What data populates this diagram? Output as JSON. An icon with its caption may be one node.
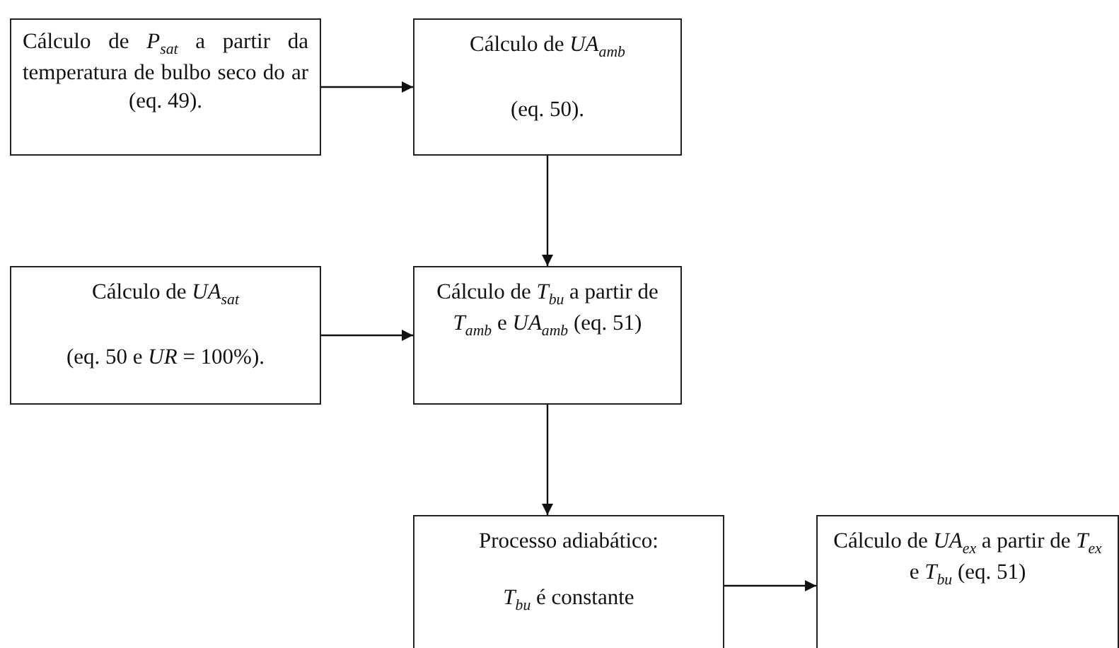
{
  "diagram": {
    "nodes": [
      {
        "text": [
          "Cálculo de *P*$_{sat}$ a partir da temperatura de bulbo seco do ar (eq. 49)."
        ]
      },
      {
        "text": [
          "Cálculo de *UA*$_{amb}$",
          "(eq. 50)."
        ]
      },
      {
        "text": [
          "Cálculo de *UA*$_{sat}$",
          "(eq. 50 e *UR* = 100%)."
        ]
      },
      {
        "text": [
          "Cálculo de *T*$_{bu}$ a partir de *T*$_{amb}$ e *UA*$_{amb}$ (eq. 51)"
        ]
      },
      {
        "text": [
          "Processo adiabático:",
          "*T*$_{bu}$ é constante"
        ]
      },
      {
        "text": [
          "Cálculo de *UA*$_{ex}$ a partir de *T*$_{ex}$ e *T*$_{bu}$ (eq. 51)"
        ]
      }
    ],
    "edges": [
      {
        "from": 0,
        "to": 1,
        "arrow": "to"
      },
      {
        "from": 1,
        "to": 3,
        "arrow": "to"
      },
      {
        "from": 2,
        "to": 3,
        "arrow": "to"
      },
      {
        "from": 3,
        "to": 4,
        "arrow": "to"
      },
      {
        "from": 4,
        "to": 5,
        "arrow": "to"
      }
    ]
  }
}
